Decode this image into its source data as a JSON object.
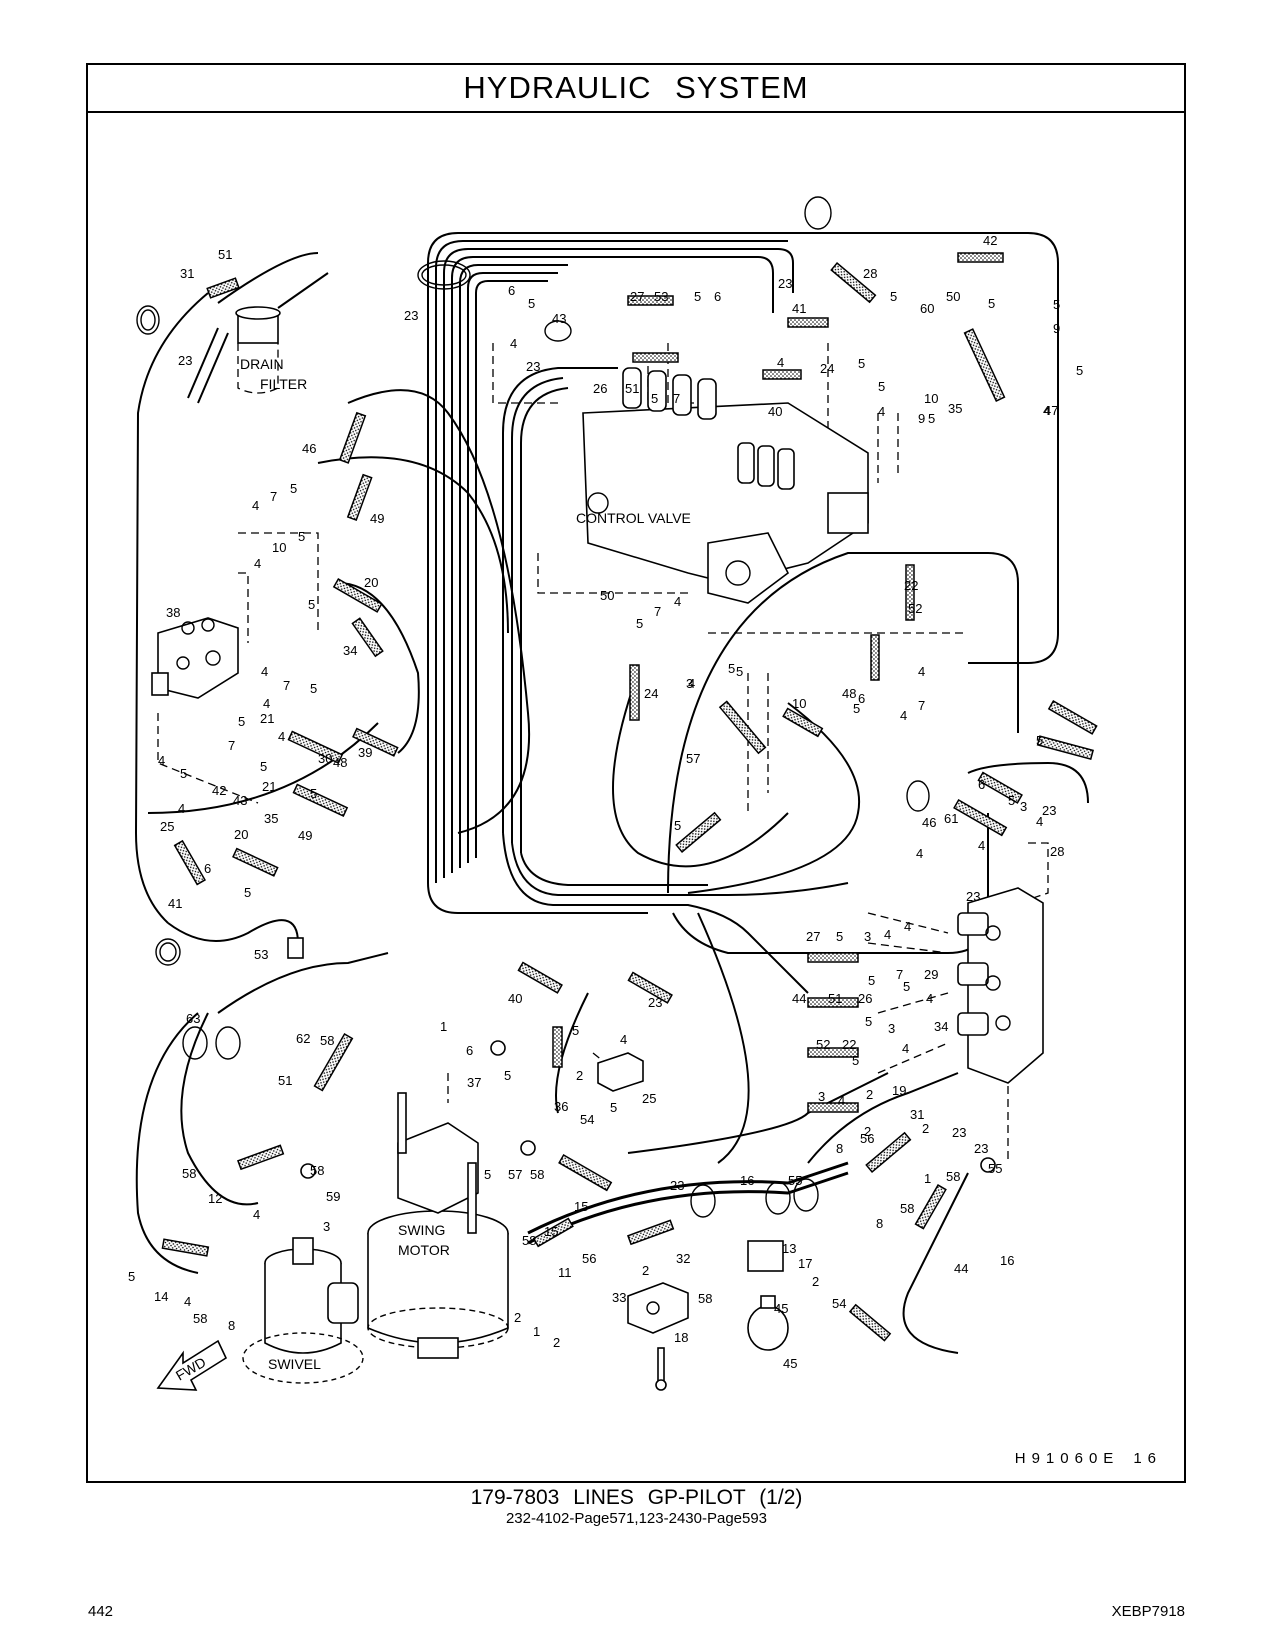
{
  "header": {
    "title": "HYDRAULIC   SYSTEM"
  },
  "diagram": {
    "component_labels": {
      "drain_filter": "DRAIN",
      "drain_filter_2": "FILTER",
      "control_valve": "CONTROL VALVE",
      "swing_motor": "SWING",
      "swing_motor_2": "MOTOR",
      "swivel": "SWIVEL",
      "fwd": "FWD"
    },
    "callouts": [
      "51",
      "31",
      "23",
      "23",
      "6",
      "5",
      "43",
      "27",
      "53",
      "5",
      "6",
      "23",
      "28",
      "42",
      "41",
      "5",
      "60",
      "50",
      "5",
      "5",
      "9",
      "4",
      "23",
      "26",
      "51",
      "5",
      "7",
      "4",
      "24",
      "5",
      "5",
      "10",
      "9",
      "5",
      "47",
      "40",
      "4",
      "5",
      "35",
      "4",
      "46",
      "7",
      "5",
      "4",
      "49",
      "10",
      "5",
      "4",
      "20",
      "5",
      "38",
      "50",
      "5",
      "7",
      "4",
      "22",
      "52",
      "34",
      "4",
      "4",
      "7",
      "5",
      "3",
      "5",
      "5",
      "4",
      "24",
      "48",
      "6",
      "4",
      "7",
      "5",
      "4",
      "21",
      "4",
      "7",
      "5",
      "5",
      "48",
      "30",
      "39",
      "4",
      "5",
      "42",
      "21",
      "5",
      "43",
      "35",
      "49",
      "57",
      "10",
      "5",
      "4",
      "25",
      "20",
      "5",
      "6",
      "5",
      "3",
      "4",
      "23",
      "46",
      "4",
      "4",
      "28",
      "41",
      "5",
      "6",
      "23",
      "61",
      "53",
      "27",
      "5",
      "3",
      "4",
      "4",
      "29",
      "5",
      "7",
      "5",
      "4",
      "34",
      "40",
      "23",
      "63",
      "62",
      "58",
      "1",
      "6",
      "5",
      "4",
      "2",
      "37",
      "36",
      "5",
      "25",
      "5",
      "54",
      "44",
      "51",
      "26",
      "5",
      "3",
      "4",
      "52",
      "22",
      "5",
      "3",
      "4",
      "2",
      "19",
      "31",
      "51",
      "58",
      "12",
      "58",
      "59",
      "4",
      "3",
      "5",
      "57",
      "58",
      "15",
      "56",
      "8",
      "2",
      "2",
      "23",
      "23",
      "23",
      "16",
      "55",
      "58",
      "8",
      "1",
      "58",
      "55",
      "16",
      "58",
      "15",
      "56",
      "32",
      "2",
      "13",
      "17",
      "2",
      "58",
      "45",
      "54",
      "44",
      "5",
      "14",
      "4",
      "58",
      "8",
      "2",
      "1",
      "2",
      "11",
      "33",
      "18",
      "45"
    ]
  },
  "footer": {
    "drawing_code": "H91060E",
    "drawing_sheet": "16",
    "caption_main": "179-7803   LINES  GP-PILOT (1/2)",
    "caption_sub": "232-4102-Page571,123-2430-Page593",
    "page_number": "442",
    "doc_code": "XEBP7918"
  }
}
